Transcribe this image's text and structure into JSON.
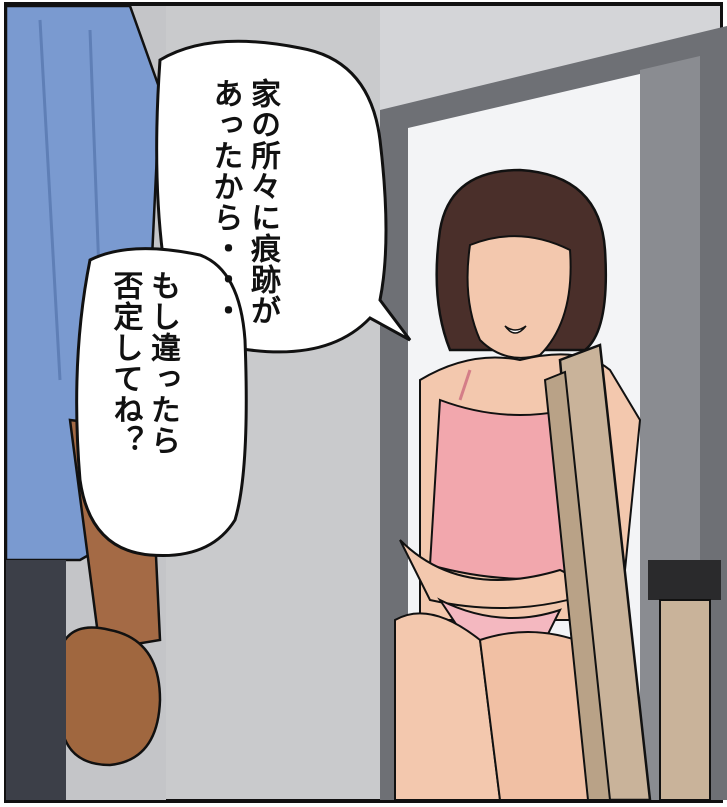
{
  "panel": {
    "bubble_upper": {
      "lines": [
        "家の所々に痕跡が",
        "あったから・・・"
      ]
    },
    "bubble_lower": {
      "lines": [
        "もし違ったら",
        "否定してね？"
      ]
    }
  },
  "colors": {
    "background_wall": "#c9cacc",
    "door_frame": "#727478",
    "doorway_light": "#f3f4f6",
    "shirt_blue": "#7a9ad0",
    "skin": "#f3c8ae",
    "camisole_pink": "#f2a7ad",
    "hair": "#4a2f2a",
    "chair_wood": "#c9b39a",
    "outline": "#111111"
  },
  "icons": [
    "speech-bubble"
  ]
}
